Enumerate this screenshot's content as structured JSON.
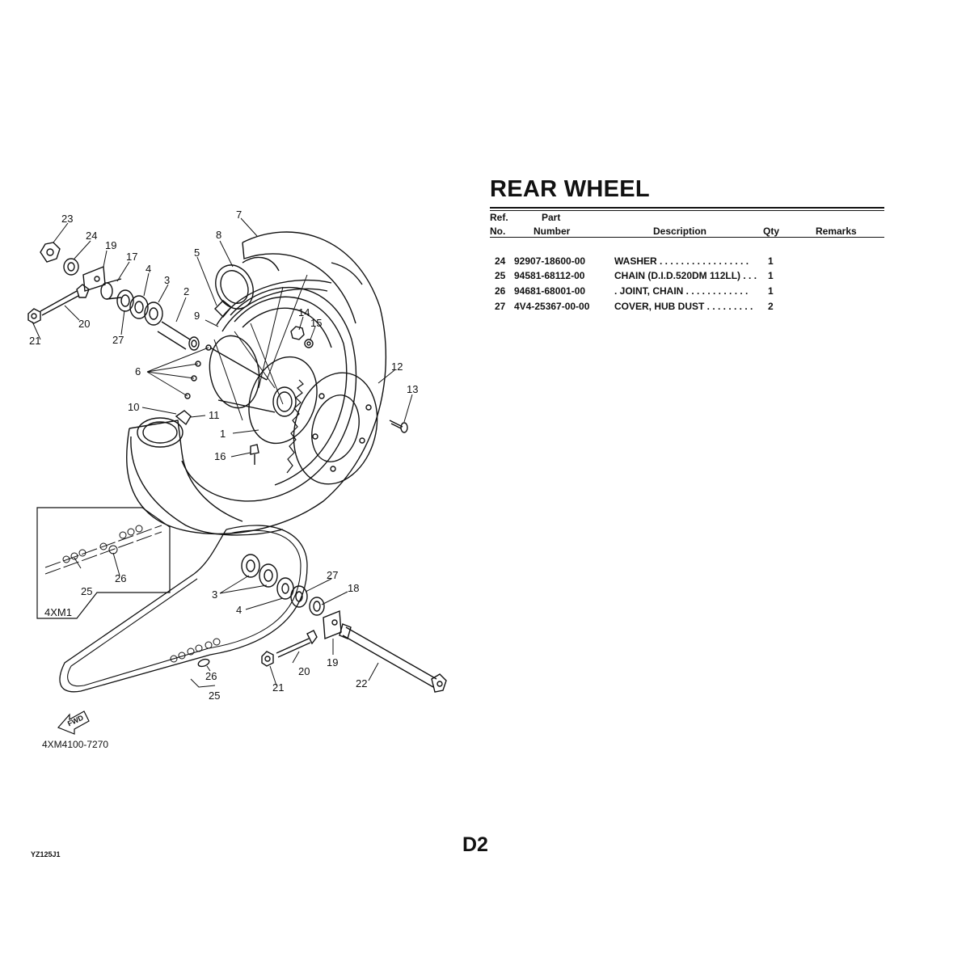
{
  "document": {
    "title": "REAR WHEEL",
    "page_number": "D2",
    "model_code": "YZ125J1",
    "figure_code": "4XM4100-7270"
  },
  "table": {
    "headers": {
      "ref_line1": "Ref.",
      "ref_line2": "No.",
      "part_line1": "Part",
      "part_line2": "Number",
      "description": "Description",
      "qty": "Qty",
      "remarks": "Remarks"
    },
    "rows": [
      {
        "ref": "24",
        "part_number": "92907-18600-00",
        "description": "WASHER . . . . . . . . . . . . . . . . .",
        "qty": "1",
        "remarks": ""
      },
      {
        "ref": "25",
        "part_number": "94581-68112-00",
        "description": "CHAIN (D.I.D.520DM 112LL) . . .",
        "qty": "1",
        "remarks": ""
      },
      {
        "ref": "26",
        "part_number": "94681-68001-00",
        "description": ". JOINT, CHAIN . . . . . . . . . . . .",
        "qty": "1",
        "remarks": ""
      },
      {
        "ref": "27",
        "part_number": "4V4-25367-00-00",
        "description": "COVER, HUB DUST . . . . . . . . .",
        "qty": "2",
        "remarks": ""
      }
    ]
  },
  "diagram": {
    "inset_label": "4XM1",
    "fwd_label": "FWD",
    "callouts": {
      "c1": "1",
      "c2": "2",
      "c3": "3",
      "c4": "4",
      "c5": "5",
      "c6": "6",
      "c7": "7",
      "c8": "8",
      "c9": "9",
      "c10": "10",
      "c11": "11",
      "c12": "12",
      "c13": "13",
      "c14": "14",
      "c15": "15",
      "c16": "16",
      "c17": "17",
      "c18": "18",
      "c19": "19",
      "c20": "20",
      "c21": "21",
      "c22": "22",
      "c23": "23",
      "c24": "24",
      "c25": "25",
      "c26": "26",
      "c27": "27",
      "b3": "3",
      "b4": "4",
      "b27": "27",
      "b19": "19",
      "b20": "20",
      "b21": "21",
      "i25": "25",
      "i26": "26",
      "ch25": "25",
      "ch26": "26"
    }
  }
}
